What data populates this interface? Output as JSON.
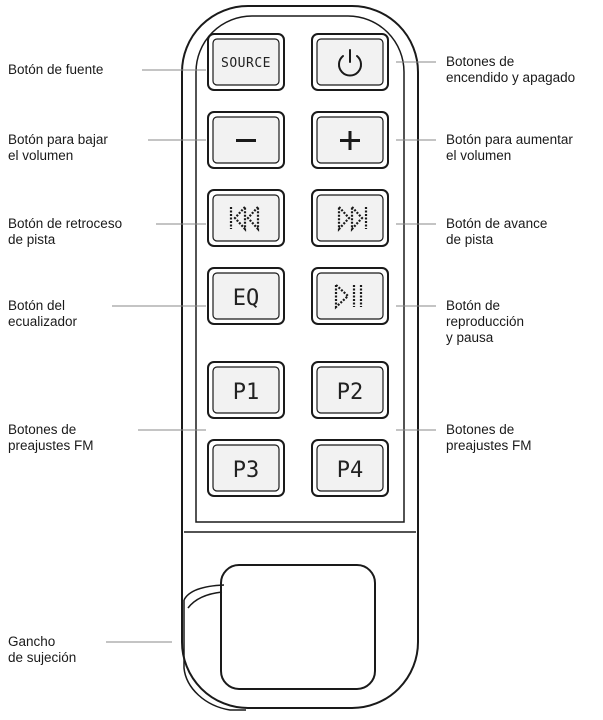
{
  "callouts": {
    "source": "Botón de fuente",
    "power": "Botones de\nencendido y apagado",
    "vol_down": "Botón para bajar\nel volumen",
    "vol_up": "Botón para aumentar\nel volumen",
    "track_back": "Botón de retroceso\nde pista",
    "track_forward": "Botón de avance\nde pista",
    "equalizer": "Botón del\necualizador",
    "play_pause": "Botón de\nreproducción\ny pausa",
    "presets_left": "Botones de\npreajustes FM",
    "presets_right": "Botones de\npreajustes FM",
    "hook": "Gancho\nde sujeción"
  },
  "buttons": {
    "source": "SOURCE",
    "eq": "EQ",
    "p1": "P1",
    "p2": "P2",
    "p3": "P3",
    "p4": "P4"
  },
  "icons": {
    "power": "power-icon",
    "minus": "minus-icon",
    "plus": "plus-icon",
    "prev": "skip-back-icon",
    "next": "skip-forward-icon",
    "play_pause": "play-pause-icon"
  },
  "colors": {
    "stroke": "#1a1a1a",
    "button_fill": "#f2f2f2",
    "leader": "#888888"
  }
}
